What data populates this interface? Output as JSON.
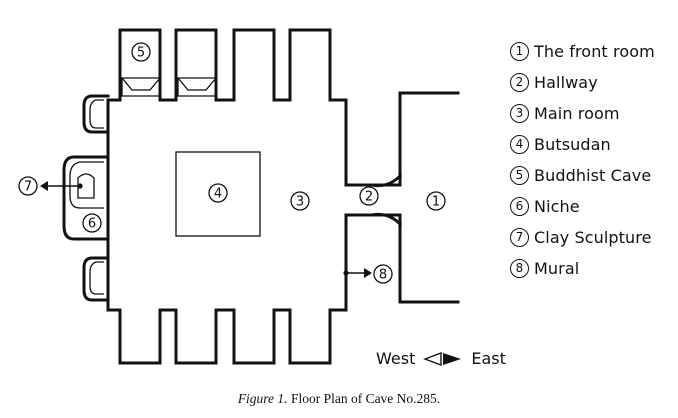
{
  "plan_labels": {
    "front_room": "1",
    "hallway": "2",
    "main_room": "3",
    "butsudan": "4",
    "buddhist_cave": "5",
    "niche": "6",
    "clay_sculpture": "7",
    "mural": "8"
  },
  "legend": [
    {
      "num": "1",
      "label": "The front room"
    },
    {
      "num": "2",
      "label": "Hallway"
    },
    {
      "num": "3",
      "label": "Main room"
    },
    {
      "num": "4",
      "label": "Butsudan"
    },
    {
      "num": "5",
      "label": "Buddhist Cave"
    },
    {
      "num": "6",
      "label": "Niche"
    },
    {
      "num": "7",
      "label": "Clay Sculpture"
    },
    {
      "num": "8",
      "label": "Mural"
    }
  ],
  "compass": {
    "west": "West",
    "east": "East"
  },
  "caption": {
    "figure": "Figure 1.",
    "text": "Floor Plan of Cave No.285."
  }
}
